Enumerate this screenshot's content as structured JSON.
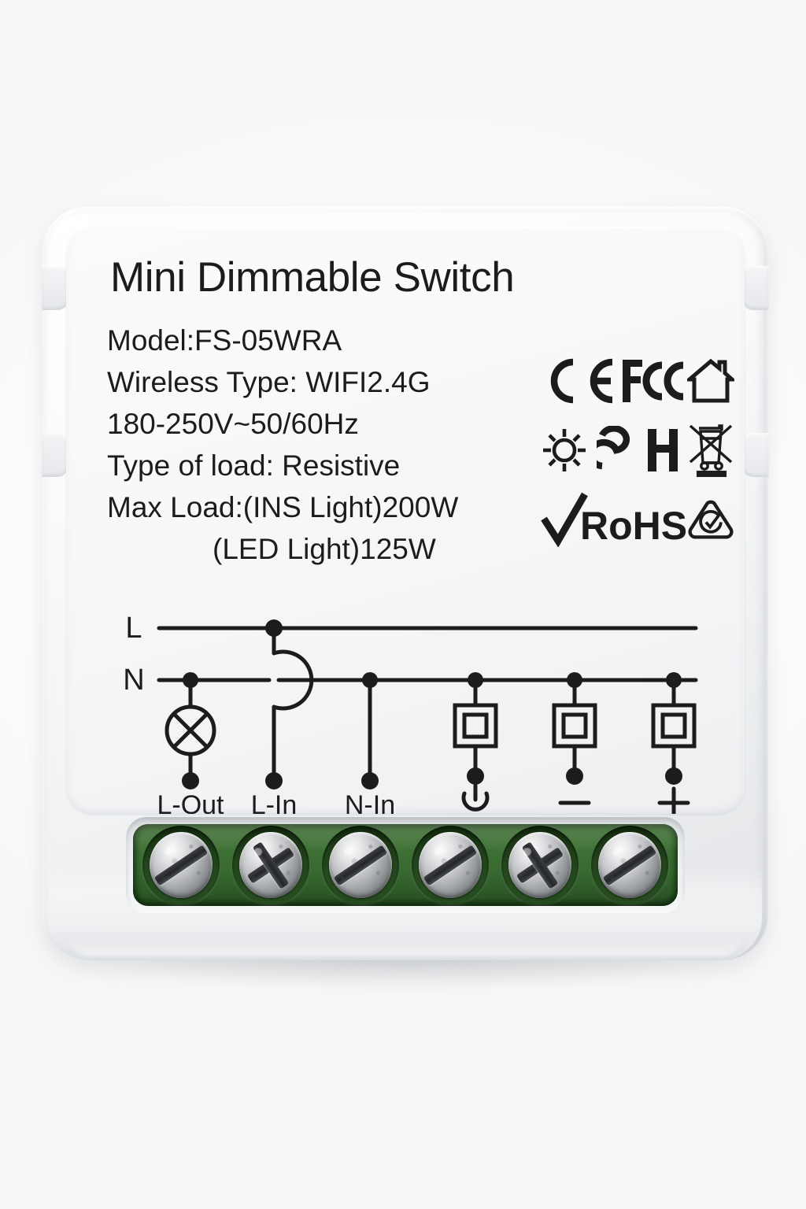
{
  "product": {
    "title": "Mini Dimmable Switch",
    "specs": [
      {
        "text": "Model:FS-05WRA",
        "indent": false
      },
      {
        "text": "Wireless Type: WIFI2.4G",
        "indent": false
      },
      {
        "text": "180-250V~50/60Hz",
        "indent": false
      },
      {
        "text": "Type of load: Resistive",
        "indent": false
      },
      {
        "text": "Max Load:(INS Light)200W",
        "indent": false
      },
      {
        "text": "(LED Light)125W",
        "indent": true
      }
    ],
    "model": "FS-05WRA",
    "wireless_type": "WIFI2.4G",
    "voltage": "180-250V~50/60Hz",
    "load_type": "Resistive",
    "max_load_incandescent": "200W",
    "max_load_led": "125W"
  },
  "certifications": {
    "rows": [
      [
        {
          "icon": "ce-mark-icon",
          "label": "CE"
        },
        {
          "icon": "fcc-mark-icon",
          "label": "FC"
        },
        {
          "icon": "indoor-use-house-icon",
          "label": ""
        }
      ],
      [
        {
          "icon": "dimming-sun-icon",
          "label": ""
        },
        {
          "icon": "eac-epsilon-icon",
          "label": "Ɛ"
        },
        {
          "icon": "eac-h-icon",
          "label": "H"
        },
        {
          "icon": "weee-crossed-bin-icon",
          "label": ""
        }
      ],
      [
        {
          "icon": "rohs-check-icon",
          "label": "✓RoHS"
        },
        {
          "icon": "rcm-mark-icon",
          "label": ""
        }
      ]
    ],
    "rohs_text": "RoHS"
  },
  "wiring": {
    "rails": [
      {
        "name": "L"
      },
      {
        "name": "N"
      }
    ],
    "terminals": [
      {
        "label": "L-Out",
        "symbol": "lamp-icon"
      },
      {
        "label": "L-In",
        "symbol": "wire-hop-icon"
      },
      {
        "label": "N-In",
        "symbol": "plain-node-icon"
      },
      {
        "label": "⏻",
        "symbol": "push-button-icon",
        "name": "power"
      },
      {
        "label": "−",
        "symbol": "push-button-icon",
        "name": "minus"
      },
      {
        "label": "+",
        "symbol": "push-button-icon",
        "name": "plus"
      }
    ]
  },
  "terminal_block": {
    "color": "#3a6b31",
    "screw_count": 6,
    "screws": [
      {
        "type": "flat"
      },
      {
        "type": "phillips"
      },
      {
        "type": "flat"
      },
      {
        "type": "flat"
      },
      {
        "type": "phillips"
      },
      {
        "type": "flat"
      }
    ]
  },
  "colors": {
    "body": "#f4f5f6",
    "ink": "#1b1c1e",
    "terminal_green": "#3a6b31",
    "screw_metal": "#b9bbbe",
    "background": "#ffffff"
  }
}
